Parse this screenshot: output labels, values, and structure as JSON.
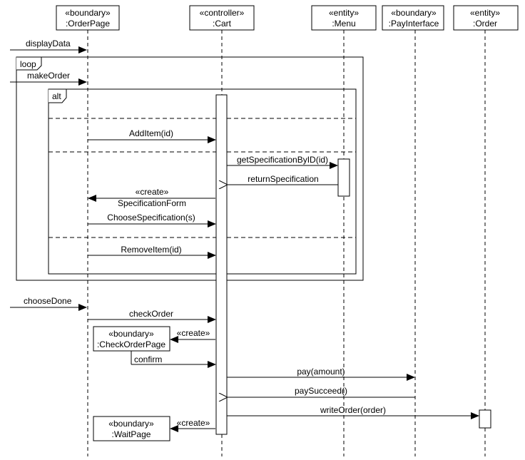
{
  "lifelines": [
    {
      "stereotype": "«boundary»",
      "name": ":OrderPage"
    },
    {
      "stereotype": "«controller»",
      "name": ":Cart"
    },
    {
      "stereotype": "«entity»",
      "name": ":Menu"
    },
    {
      "stereotype": "«boundary»",
      "name": ":PayInterface"
    },
    {
      "stereotype": "«entity»",
      "name": ":Order"
    }
  ],
  "created_objects": [
    {
      "stereotype": "«boundary»",
      "name": ":CheckOrderPage"
    },
    {
      "stereotype": "«boundary»",
      "name": ":WaitPage"
    }
  ],
  "fragments": {
    "loop": "loop",
    "alt": "alt"
  },
  "messages": {
    "displayData": "displayData",
    "makeOrder": "makeOrder",
    "addItem": "AddItem(id)",
    "getSpec": "getSpecificationByID(id)",
    "returnSpec": "returnSpecification",
    "createSpecFormStereo": "«create»",
    "createSpecFormName": "SpecificationForm",
    "chooseSpec": "ChooseSpecification(s)",
    "removeItem": "RemoveItem(id)",
    "chooseDone": "chooseDone",
    "checkOrder": "checkOrder",
    "createCheck": "«create»",
    "confirm": "confirm",
    "pay": "pay(amount)",
    "paySucceed": "paySucceed()",
    "writeOrder": "writeOrder(order)",
    "createWait": "«create»"
  }
}
